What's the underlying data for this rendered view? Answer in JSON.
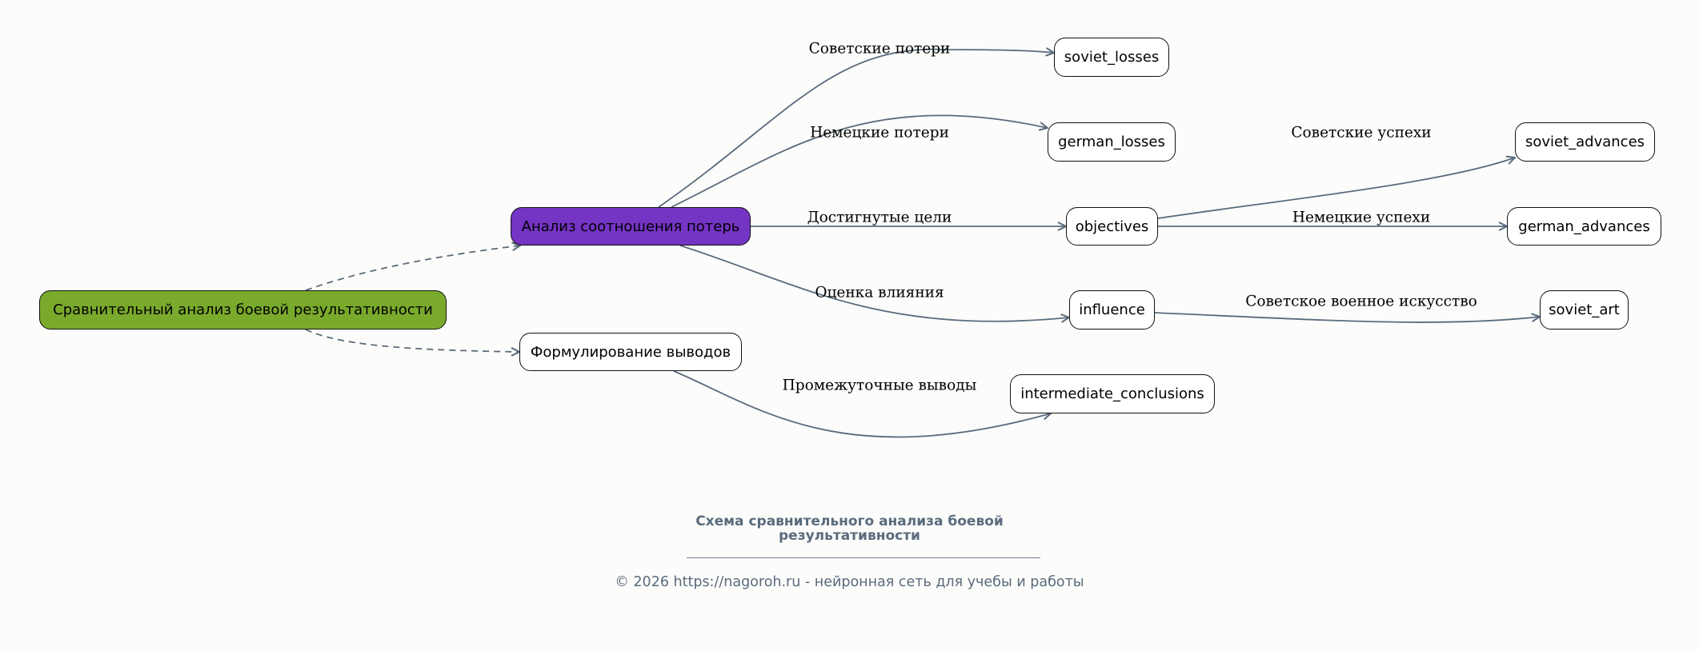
{
  "nodes": {
    "root": "Сравнительный анализ боевой результативности",
    "loss_analysis": "Анализ соотношения потерь",
    "conclusions": "Формулирование выводов",
    "soviet_losses": "soviet_losses",
    "german_losses": "german_losses",
    "objectives": "objectives",
    "influence": "influence",
    "intermediate_conclusions": "intermediate_conclusions",
    "soviet_advances": "soviet_advances",
    "german_advances": "german_advances",
    "soviet_art": "soviet_art"
  },
  "edge_labels": {
    "soviet_losses": "Советские потери",
    "german_losses": "Немецкие потери",
    "objectives": "Достигнутые цели",
    "influence": "Оценка влияния",
    "intermediate": "Промежуточные выводы",
    "soviet_advances": "Советские успехи",
    "german_advances": "Немецкие успехи",
    "soviet_art": "Советское военное искусство"
  },
  "caption": {
    "title_line1": "Схема сравнительного анализа боевой",
    "title_line2": "результативности",
    "footer": "© 2026 https://nagoroh.ru - нейронная сеть для учебы и работы"
  },
  "colors": {
    "root": "#7aaa2c",
    "loss_analysis": "#7434c4",
    "edge": "#5a6b7c"
  }
}
